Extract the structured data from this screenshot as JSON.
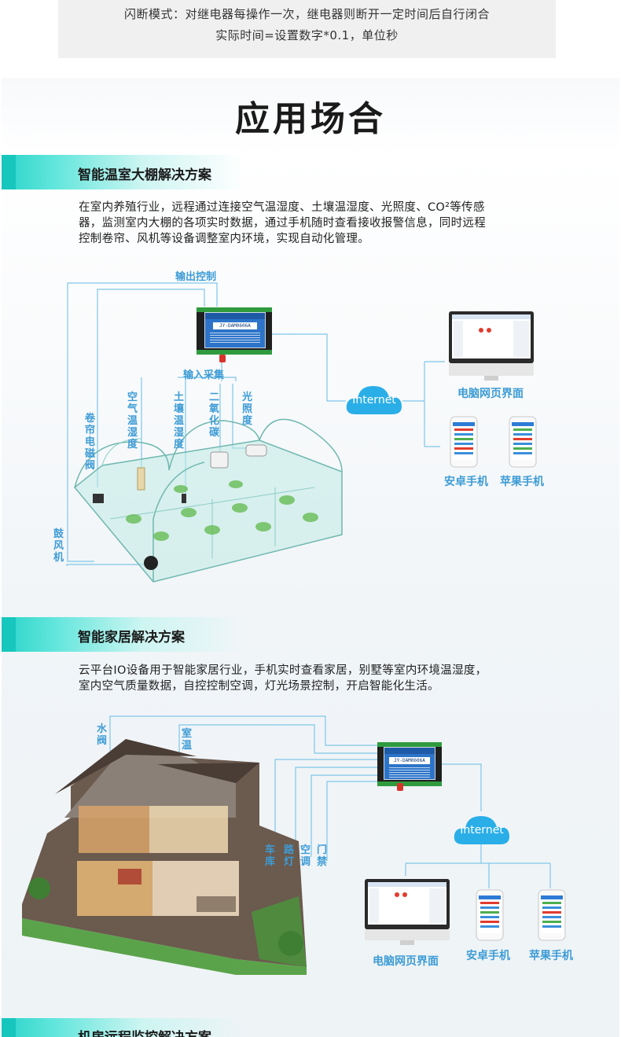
{
  "top_note": {
    "line1": "闪断模式：对继电器每操作一次，继电器则断开一定时间后自行闭合",
    "line2": "实际时间=设置数字*0.1，单位秒"
  },
  "page_title": "应用场合",
  "greenhouse": {
    "title": "智能温室大棚解决方案",
    "desc": [
      "在室内养殖行业，远程通过连接空气温湿度、土壤温湿度、光照度、CO²等传感",
      "器，监测室内大棚的各项实时数据，通过手机随时查看接收报警信息，同时远程",
      "控制卷帘、风机等设备调整室内环境，实现自动化管理。"
    ],
    "output_label": "输出控制",
    "input_label": "输入采集",
    "sensors": [
      "空气温湿度",
      "土壤温湿度",
      "二氧化碳",
      "光照度"
    ],
    "actuators": [
      "卷帘电磁阀",
      "鼓风机"
    ],
    "device_model": "JY-DAM0606A",
    "internet": "Internet",
    "pc_label": "电脑网页界面",
    "android_label": "安卓手机",
    "apple_label": "苹果手机"
  },
  "smarthome": {
    "title": "智能家居解决方案",
    "desc": [
      "云平台IO设备用于智能家居行业，手机实时查看家居，别墅等室内环境温湿度，",
      "室内空气质量数据，自控控制空调，灯光场景控制，开启智能化生活。"
    ],
    "labels_top": [
      "水阀",
      "室温"
    ],
    "labels_bottom": [
      "车库",
      "路灯",
      "空调",
      "门禁"
    ],
    "device_model": "JY-DAM0606A",
    "internet": "Internet",
    "pc_label": "电脑网页界面",
    "android_label": "安卓手机",
    "apple_label": "苹果手机"
  },
  "machine_room": {
    "title": "机房远程监控解决方案"
  },
  "colors": {
    "accent_teal": "#17c7bd",
    "label_blue": "#3d9cd6",
    "cloud_blue": "#2aaee8",
    "device_blue": "#2d74c9"
  }
}
